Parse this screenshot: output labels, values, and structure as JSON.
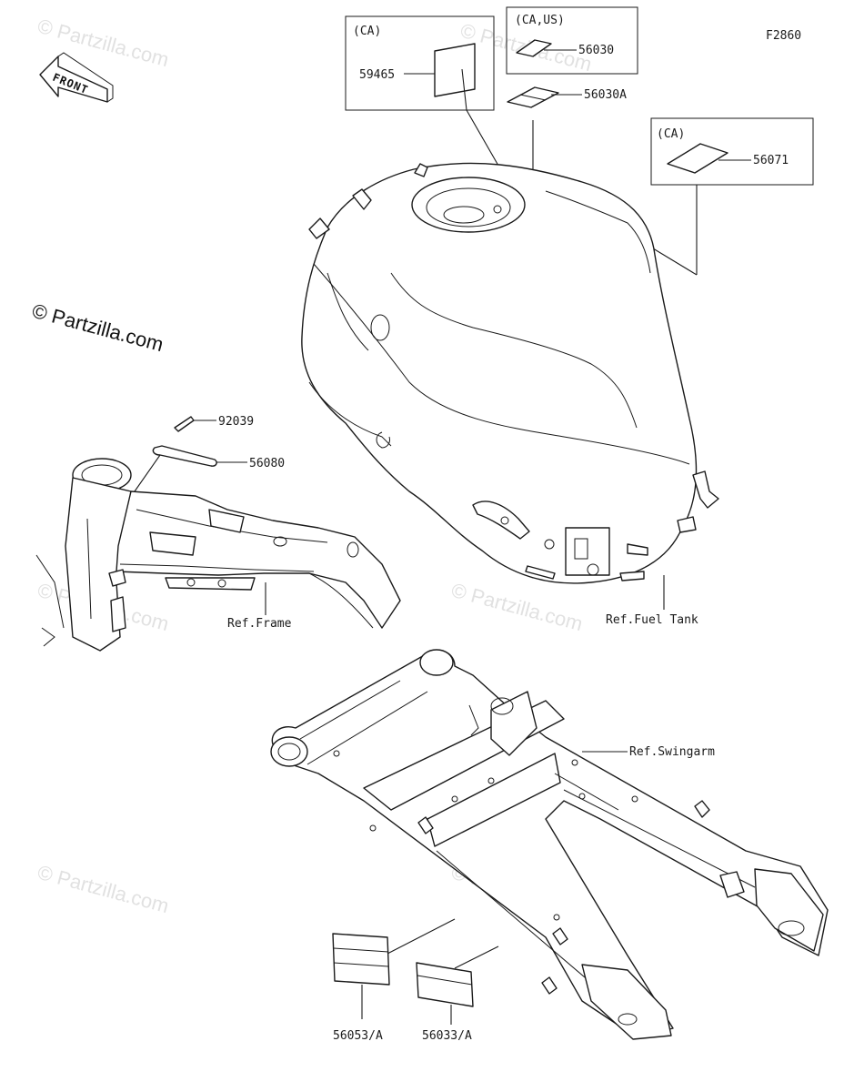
{
  "figure_code": "F2860",
  "front_label": "FRONT",
  "copyright": "© Partzilla.com",
  "watermark": "© Partzilla.com",
  "region_ca": "(CA)",
  "region_ca_us": "(CA,US)",
  "parts": {
    "p59465": "59465",
    "p56030": "56030",
    "p56030a": "56030A",
    "p56071": "56071",
    "p92039": "92039",
    "p56080": "56080",
    "p56053": "56053/A",
    "p56033": "56033/A"
  },
  "refs": {
    "frame": "Ref.Frame",
    "fuel_tank": "Ref.Fuel Tank",
    "swingarm": "Ref.Swingarm"
  }
}
